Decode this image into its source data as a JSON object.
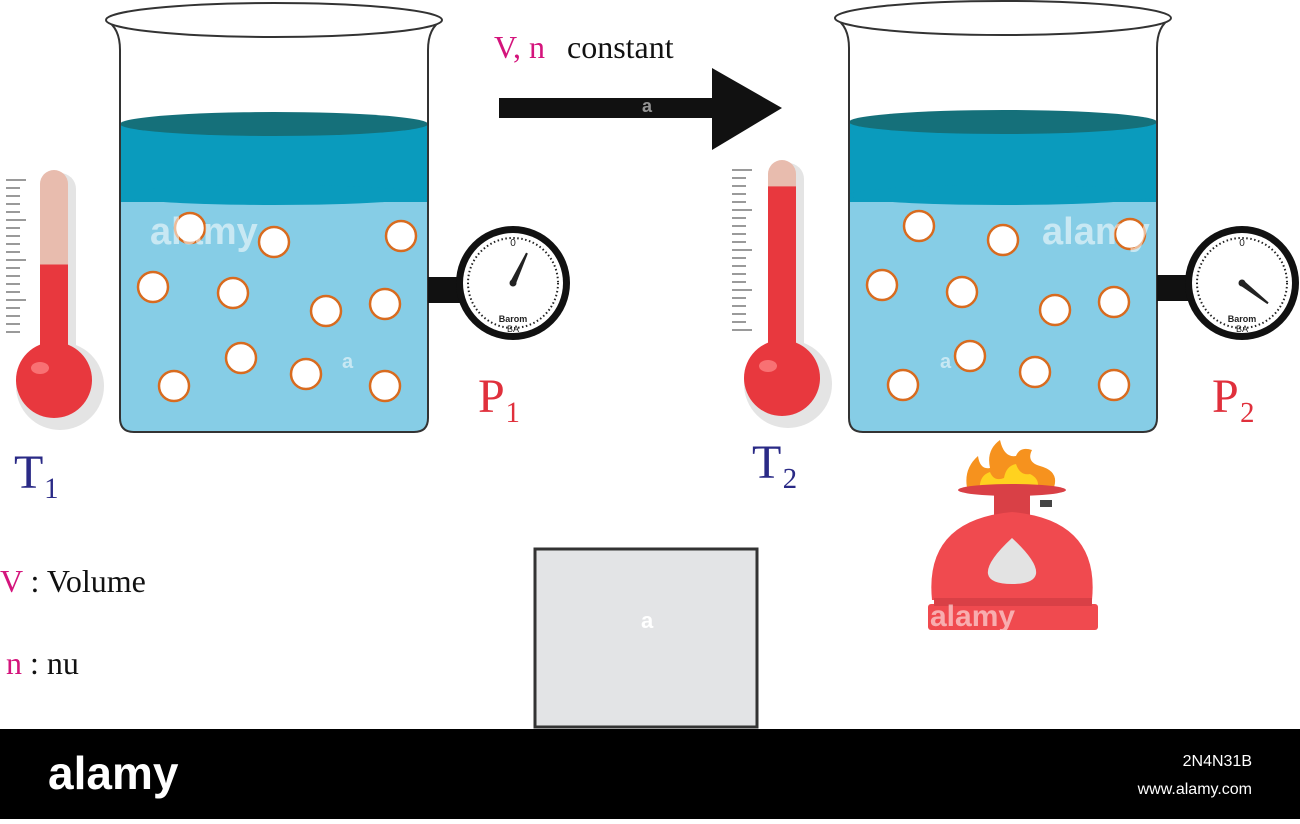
{
  "arrow_caption": {
    "vars": "V, n",
    "word": "constant"
  },
  "left_setup": {
    "temperature_label": "T₁",
    "pressure_label": "P₁",
    "gauge": {
      "zero": "0",
      "line1": "Barom",
      "line2": "BA",
      "needle_angle_deg": 25
    },
    "thermometer_level": 0.55
  },
  "right_setup": {
    "temperature_label": "T₂",
    "pressure_label": "P₂",
    "gauge": {
      "zero": "0",
      "line1": "Barom",
      "line2": "BA",
      "needle_angle_deg": 128
    },
    "thermometer_level": 0.88
  },
  "legend": [
    {
      "symbol": "V",
      "text": " : Volume"
    },
    {
      "symbol": "n",
      "text": " : nu"
    }
  ],
  "watermark": {
    "brand": "alamy",
    "image_id": "2N4N31B",
    "site": "www.alamy.com",
    "mark": "a"
  },
  "colors": {
    "label_blue": "#2a2a86",
    "label_red": "#e0303c",
    "magenta": "#d4147c",
    "water_dark": "#0a9bbd",
    "water_light": "#86cde6",
    "surface": "#15707a",
    "particle_ring": "#d86b1f",
    "thermo_red": "#e8383e",
    "thermo_pale": "#e8bcae",
    "burner_red": "#f04a4f",
    "flame_orange": "#f6921e",
    "flame_yellow": "#ffd21f"
  }
}
